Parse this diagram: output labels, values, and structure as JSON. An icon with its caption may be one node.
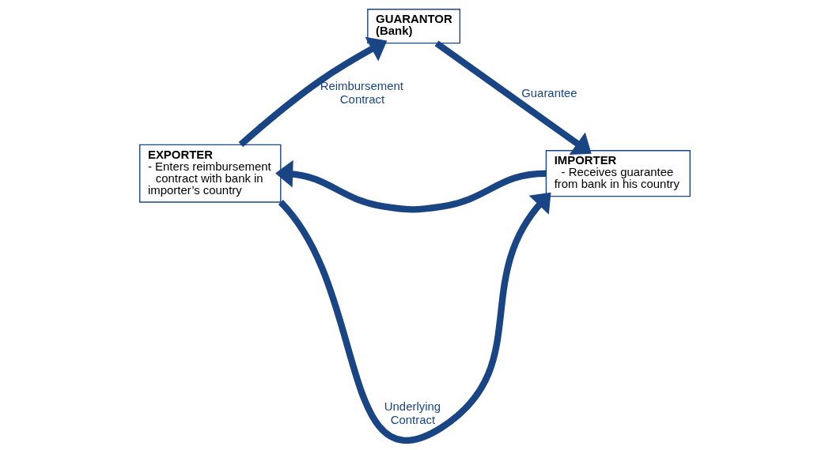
{
  "diagram": {
    "nodes": [
      {
        "text": [
          "GUARANTOR (Bank)"
        ]
      },
      {
        "text": [
          "EXPORTER",
          "- Enters reimbursement contract with bank in importer’s country"
        ]
      },
      {
        "text": [
          "IMPORTER",
          "- Receives guarantee from bank in his country"
        ]
      }
    ],
    "edges": [
      {
        "from": 1,
        "to": 0,
        "arrow": "to",
        "label": "Reimbursement Contract"
      },
      {
        "from": 0,
        "to": 2,
        "arrow": "to",
        "label": "Guarantee"
      },
      {
        "from": 2,
        "to": 1,
        "arrow": "to"
      },
      {
        "from": 1,
        "to": 2,
        "arrow": "to",
        "label": "Underlying Contract"
      }
    ]
  }
}
